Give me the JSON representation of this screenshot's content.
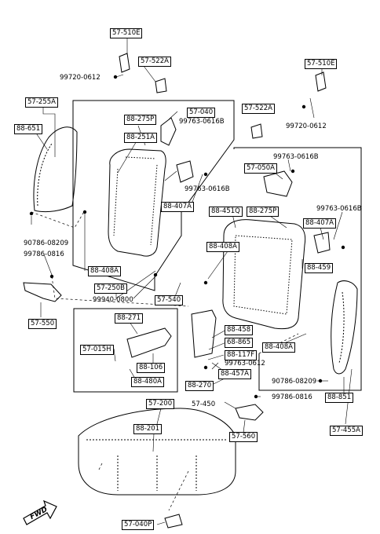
{
  "labels": {
    "p57_510E_left": "57-510E",
    "p57_522A_left": "57-522A",
    "p99720_left": "99720-0612",
    "p57_510E_right": "57-510E",
    "p57_522A_right": "57-522A",
    "p99720_right": "99720-0612",
    "p57_255A": "57-255A",
    "p88_651": "88-651",
    "p57_040": "57-040",
    "p88_275P_a": "88-275P",
    "p99763_a": "99763-0616B",
    "p88_251A": "88-251A",
    "p99763_b": "99763-0616B",
    "p88_407A_a": "88-407A",
    "p99763_c": "99763-0616B",
    "p57_050A": "57-050A",
    "p88_451Q": "88-451Q",
    "p88_275P_b": "88-275P",
    "p99763_d": "99763-0616B",
    "p88_407A_b": "88-407A",
    "p88_408A_a": "88-408A",
    "p88_459": "88-459",
    "p90786_left": "90786-08209",
    "p99786_left": "99786-0816",
    "p88_408A_b": "88-408A",
    "p57_250B": "57-250B",
    "p99940": "99940-0800",
    "p57_540": "57-540",
    "p57_550": "57-550",
    "p88_271": "88-271",
    "p57_015H": "57-015H",
    "p88_106": "88-106",
    "p88_480A": "88-480A",
    "p88_458": "88-458",
    "p68_865": "68-865",
    "p88_408A_c": "88-408A",
    "p88_117F": "88-117F",
    "p99763_e": "99763-0612",
    "p88_457A": "88-457A",
    "p88_270": "88-270",
    "p57_450": "57-450",
    "p90786_right": "90786-08209",
    "p99786_right": "99786-0816",
    "p88_851": "88-851",
    "p57_200": "57-200",
    "p88_201": "88-201",
    "p57_560": "57-560",
    "p57_455A": "57-455A",
    "p57_040P": "57-040P",
    "fwd": "FWD"
  }
}
